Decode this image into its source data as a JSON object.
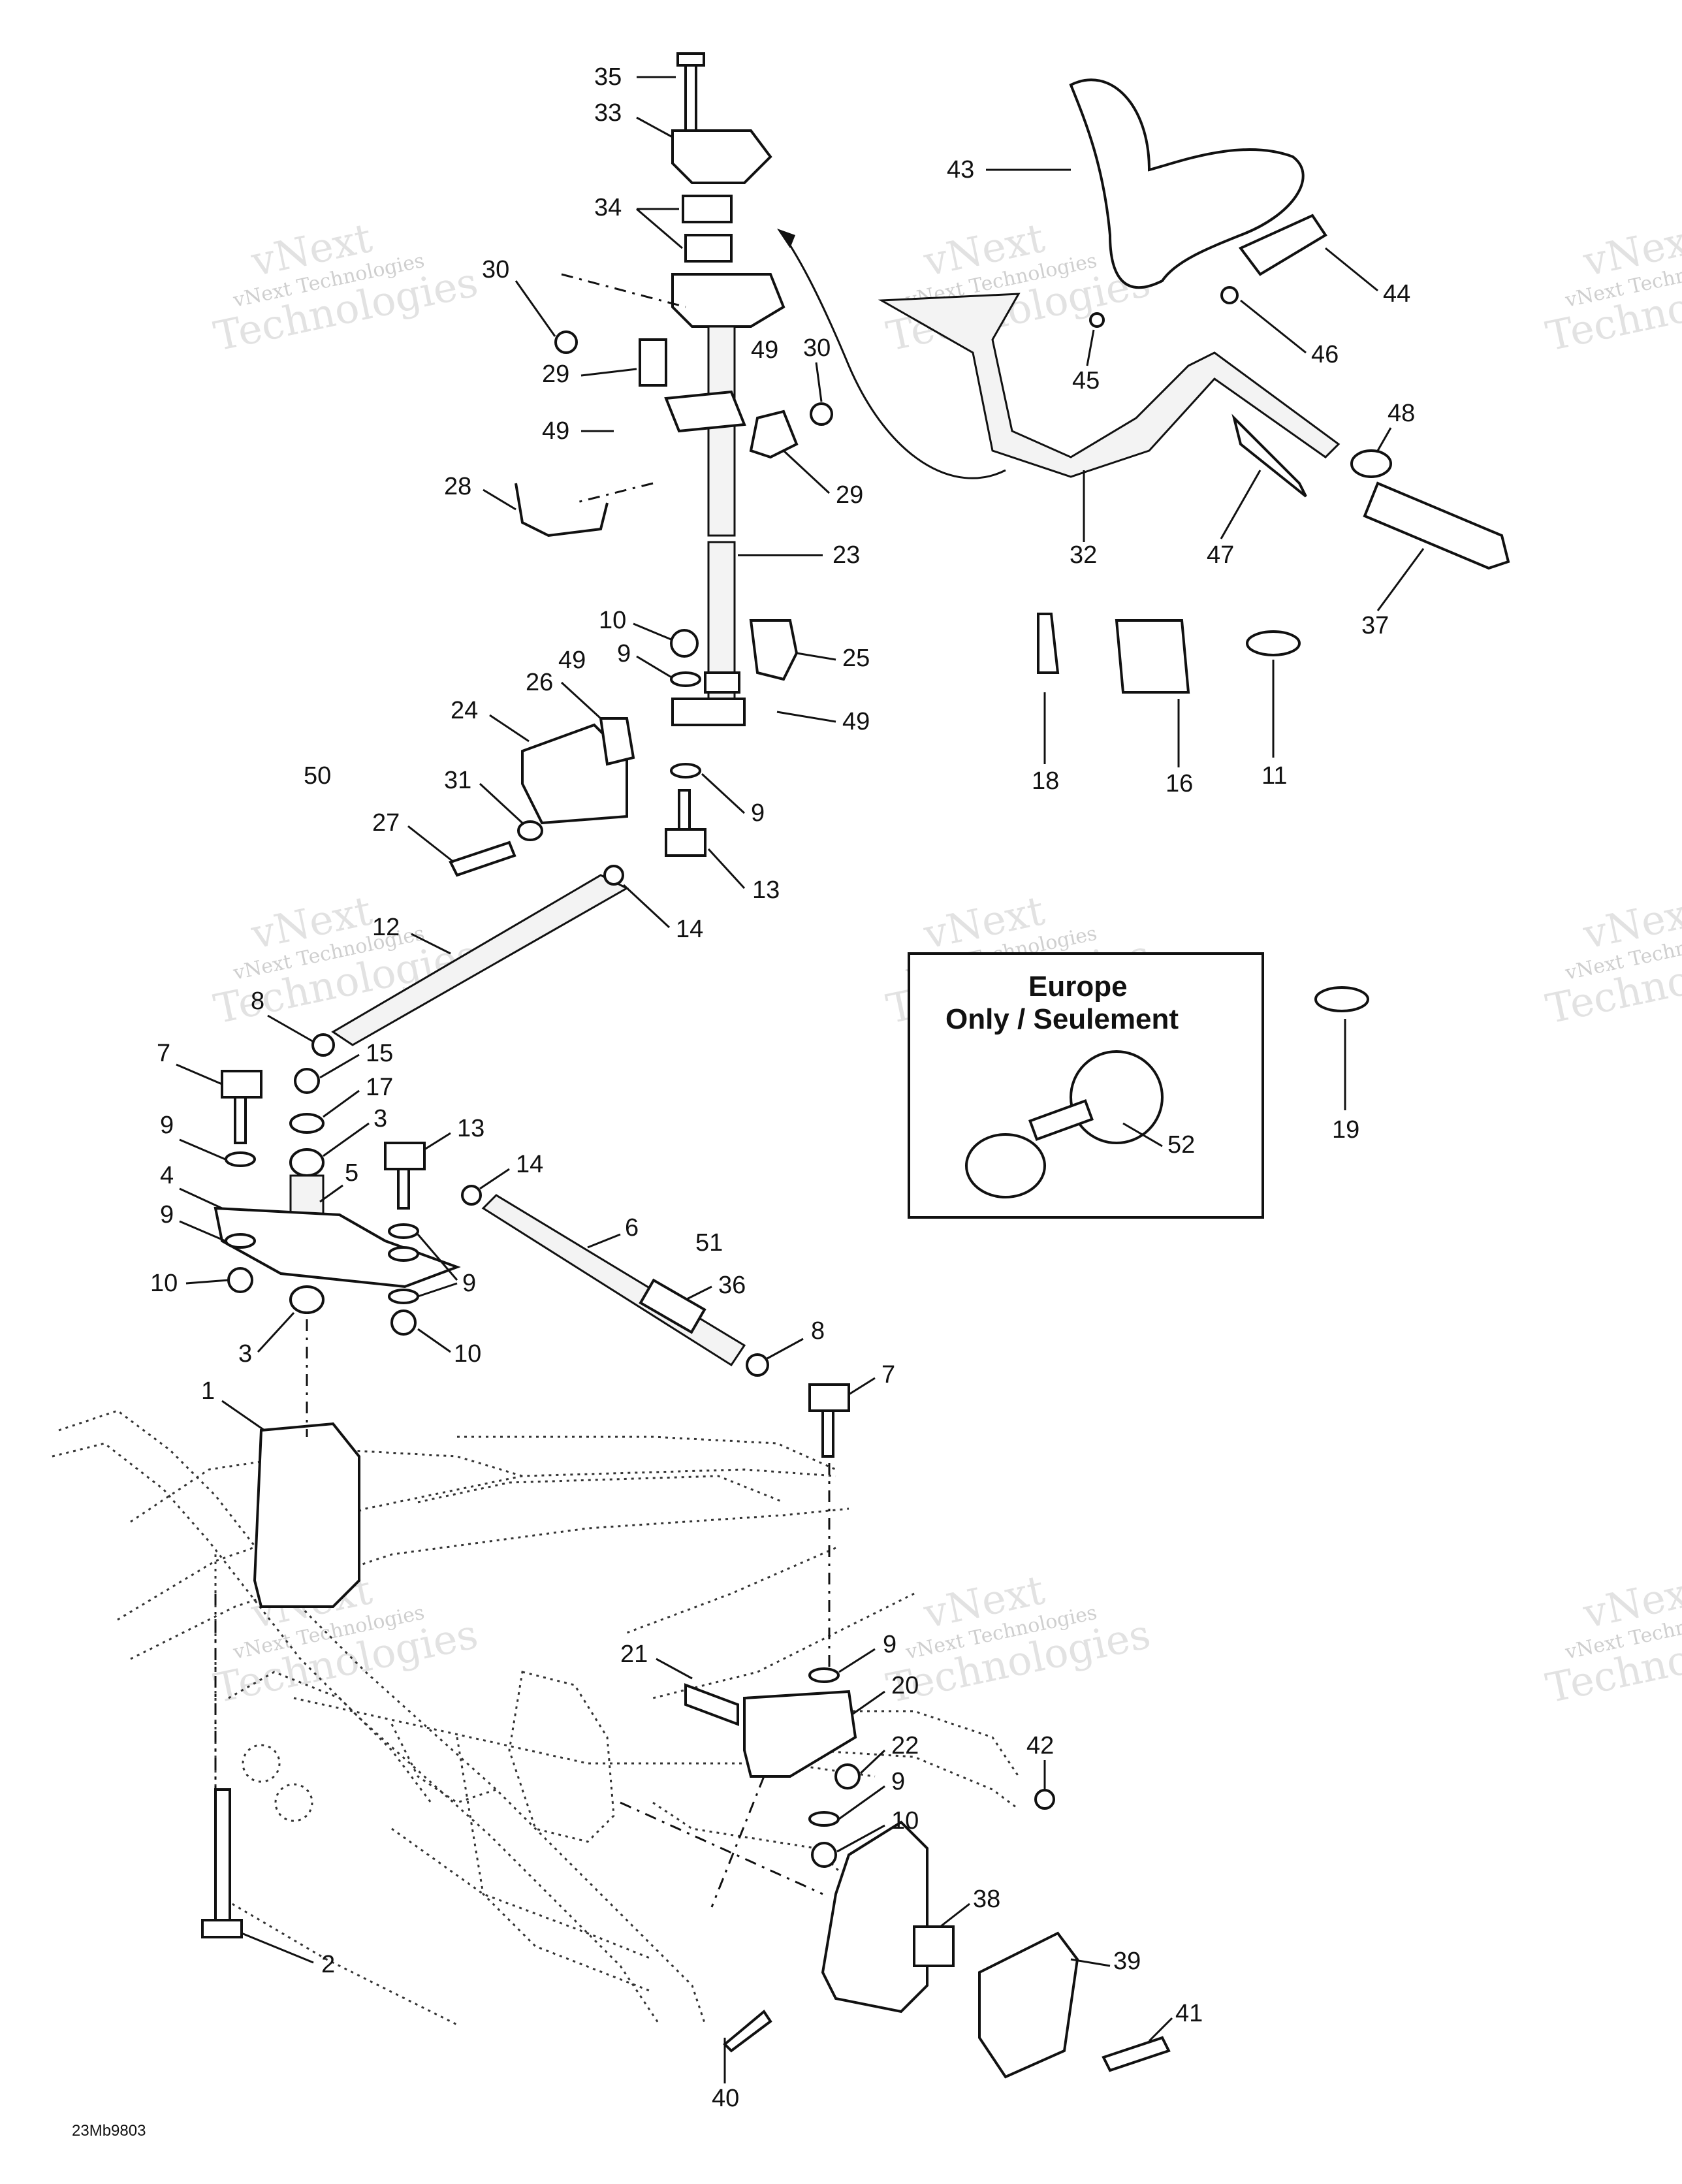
{
  "diagram": {
    "reference_code": "23Mb9803",
    "inset": {
      "title_line1": "Europe",
      "title_line2": "Only / Seulement"
    },
    "watermark": {
      "line1": "vNext Technologies",
      "line2": "vNext",
      "line3": "Technologies"
    },
    "callouts": [
      {
        "id": "c35",
        "label": "35"
      },
      {
        "id": "c33",
        "label": "33"
      },
      {
        "id": "c34",
        "label": "34"
      },
      {
        "id": "c30a",
        "label": "30"
      },
      {
        "id": "c29a",
        "label": "29"
      },
      {
        "id": "c49a",
        "label": "49"
      },
      {
        "id": "c49b",
        "label": "49"
      },
      {
        "id": "c30b",
        "label": "30"
      },
      {
        "id": "c29b",
        "label": "29"
      },
      {
        "id": "c28",
        "label": "28"
      },
      {
        "id": "c23",
        "label": "23"
      },
      {
        "id": "c10a",
        "label": "10"
      },
      {
        "id": "c9a",
        "label": "9"
      },
      {
        "id": "c49c",
        "label": "49"
      },
      {
        "id": "c26",
        "label": "26"
      },
      {
        "id": "c25",
        "label": "25"
      },
      {
        "id": "c49d",
        "label": "49"
      },
      {
        "id": "c24",
        "label": "24"
      },
      {
        "id": "c50",
        "label": "50"
      },
      {
        "id": "c31",
        "label": "31"
      },
      {
        "id": "c27",
        "label": "27"
      },
      {
        "id": "c9b",
        "label": "9"
      },
      {
        "id": "c13a",
        "label": "13"
      },
      {
        "id": "c14a",
        "label": "14"
      },
      {
        "id": "c12",
        "label": "12"
      },
      {
        "id": "c8a",
        "label": "8"
      },
      {
        "id": "c15",
        "label": "15"
      },
      {
        "id": "c7a",
        "label": "7"
      },
      {
        "id": "c17",
        "label": "17"
      },
      {
        "id": "c3a",
        "label": "3"
      },
      {
        "id": "c9c",
        "label": "9"
      },
      {
        "id": "c4",
        "label": "4"
      },
      {
        "id": "c5",
        "label": "5"
      },
      {
        "id": "c13b",
        "label": "13"
      },
      {
        "id": "c14b",
        "label": "14"
      },
      {
        "id": "c9d",
        "label": "9"
      },
      {
        "id": "c10b",
        "label": "10"
      },
      {
        "id": "c9e",
        "label": "9"
      },
      {
        "id": "c6",
        "label": "6"
      },
      {
        "id": "c51",
        "label": "51"
      },
      {
        "id": "c36",
        "label": "36"
      },
      {
        "id": "c3b",
        "label": "3"
      },
      {
        "id": "c10c",
        "label": "10"
      },
      {
        "id": "c8b",
        "label": "8"
      },
      {
        "id": "c7b",
        "label": "7"
      },
      {
        "id": "c1",
        "label": "1"
      },
      {
        "id": "c21",
        "label": "21"
      },
      {
        "id": "c9f",
        "label": "9"
      },
      {
        "id": "c20",
        "label": "20"
      },
      {
        "id": "c22",
        "label": "22"
      },
      {
        "id": "c9g",
        "label": "9"
      },
      {
        "id": "c10d",
        "label": "10"
      },
      {
        "id": "c42",
        "label": "42"
      },
      {
        "id": "c38",
        "label": "38"
      },
      {
        "id": "c39",
        "label": "39"
      },
      {
        "id": "c41",
        "label": "41"
      },
      {
        "id": "c40",
        "label": "40"
      },
      {
        "id": "c2",
        "label": "2"
      },
      {
        "id": "c43",
        "label": "43"
      },
      {
        "id": "c44",
        "label": "44"
      },
      {
        "id": "c46",
        "label": "46"
      },
      {
        "id": "c45",
        "label": "45"
      },
      {
        "id": "c48",
        "label": "48"
      },
      {
        "id": "c32",
        "label": "32"
      },
      {
        "id": "c47",
        "label": "47"
      },
      {
        "id": "c37",
        "label": "37"
      },
      {
        "id": "c18",
        "label": "18"
      },
      {
        "id": "c16",
        "label": "16"
      },
      {
        "id": "c11",
        "label": "11"
      },
      {
        "id": "c52",
        "label": "52"
      },
      {
        "id": "c19",
        "label": "19"
      }
    ]
  }
}
